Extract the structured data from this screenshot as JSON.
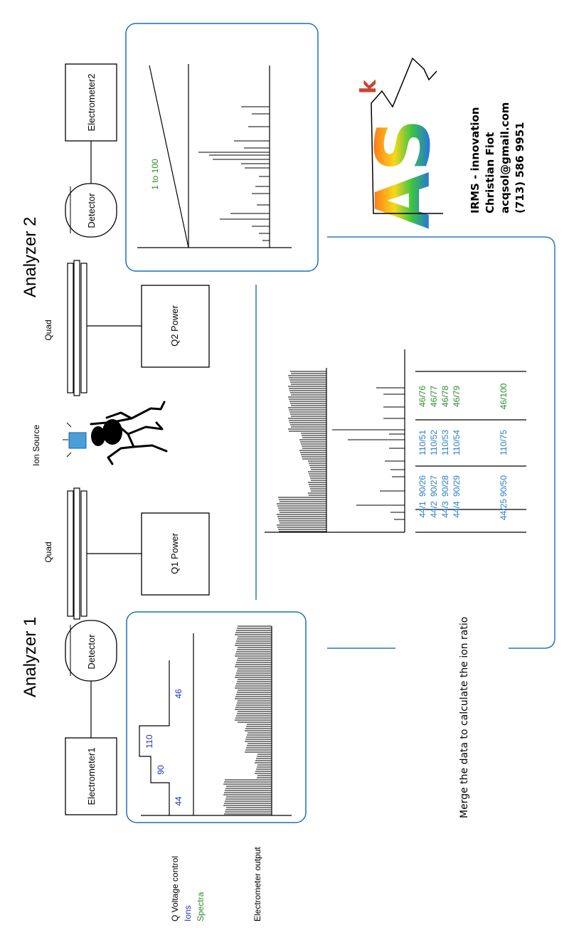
{
  "analyzer1": {
    "title": "Analyzer 1",
    "electrometer": "Electrometer1",
    "detector": "Detector",
    "quad": "Quad",
    "power": "Q1 Power"
  },
  "analyzer2": {
    "title": "Analyzer 2",
    "electrometer": "Electrometer2",
    "detector": "Detector",
    "quad": "Quad",
    "power": "Q2 Power"
  },
  "ion_source": {
    "label": "Ion Source"
  },
  "q_voltage_chart": {
    "step_labels": [
      "44",
      "90",
      "110",
      "46"
    ]
  },
  "legend": {
    "q_voltage": "Q Voltage control",
    "ions": "Ions",
    "spectra": "Spectra",
    "electrometer_output": "Electrometer output"
  },
  "analyzer2_panel": {
    "ramp_label": "1 to 100"
  },
  "merge_note": "Merge the data to calculate the ion ratio",
  "ratio_table": {
    "columns": [
      [
        "44/1",
        "44/2",
        "44/3",
        "44/4",
        "44/25"
      ],
      [
        "90/26",
        "90/27",
        "90/28",
        "90/29",
        "90/50"
      ],
      [
        "110/51",
        "110/52",
        "110/53",
        "110/54",
        "110/75"
      ],
      [
        "46/76",
        "46/77",
        "46/78",
        "46/79",
        "46/100"
      ]
    ]
  },
  "contact": {
    "line1": "IRMS - innovation",
    "line2": "Christian Fiot",
    "line3": "acqsol@gmail.com",
    "line4": "(713) 586 9951"
  },
  "logo": {
    "text": "AS",
    "superscript": "k"
  },
  "colors": {
    "panel_border": "#1f6fb5",
    "connector": "#2a78b8",
    "ions_blue": "#2233bb",
    "spectra_green": "#2e8b2e",
    "ratio_blue": "#2b7fc4",
    "ratio_green": "#2e8b2e"
  }
}
